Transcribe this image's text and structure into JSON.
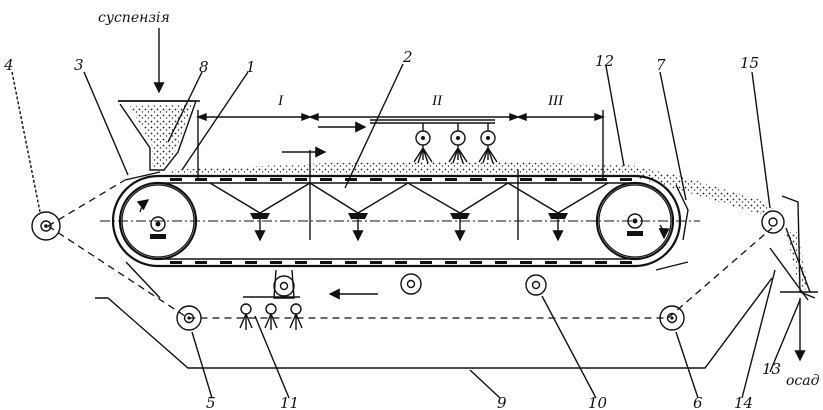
{
  "title": "",
  "labels": {
    "feed": "суспензія",
    "output": "осад",
    "n1": "1",
    "n2": "2",
    "n3": "3",
    "n4": "4",
    "n5": "5",
    "n6": "6",
    "n7": "7",
    "n8": "8",
    "n9": "9",
    "n10": "10",
    "n11": "11",
    "n12": "12",
    "n13": "13",
    "n14": "14",
    "n15": "15"
  },
  "zones": {
    "z1": "I",
    "z2": "II",
    "z3": "III"
  }
}
